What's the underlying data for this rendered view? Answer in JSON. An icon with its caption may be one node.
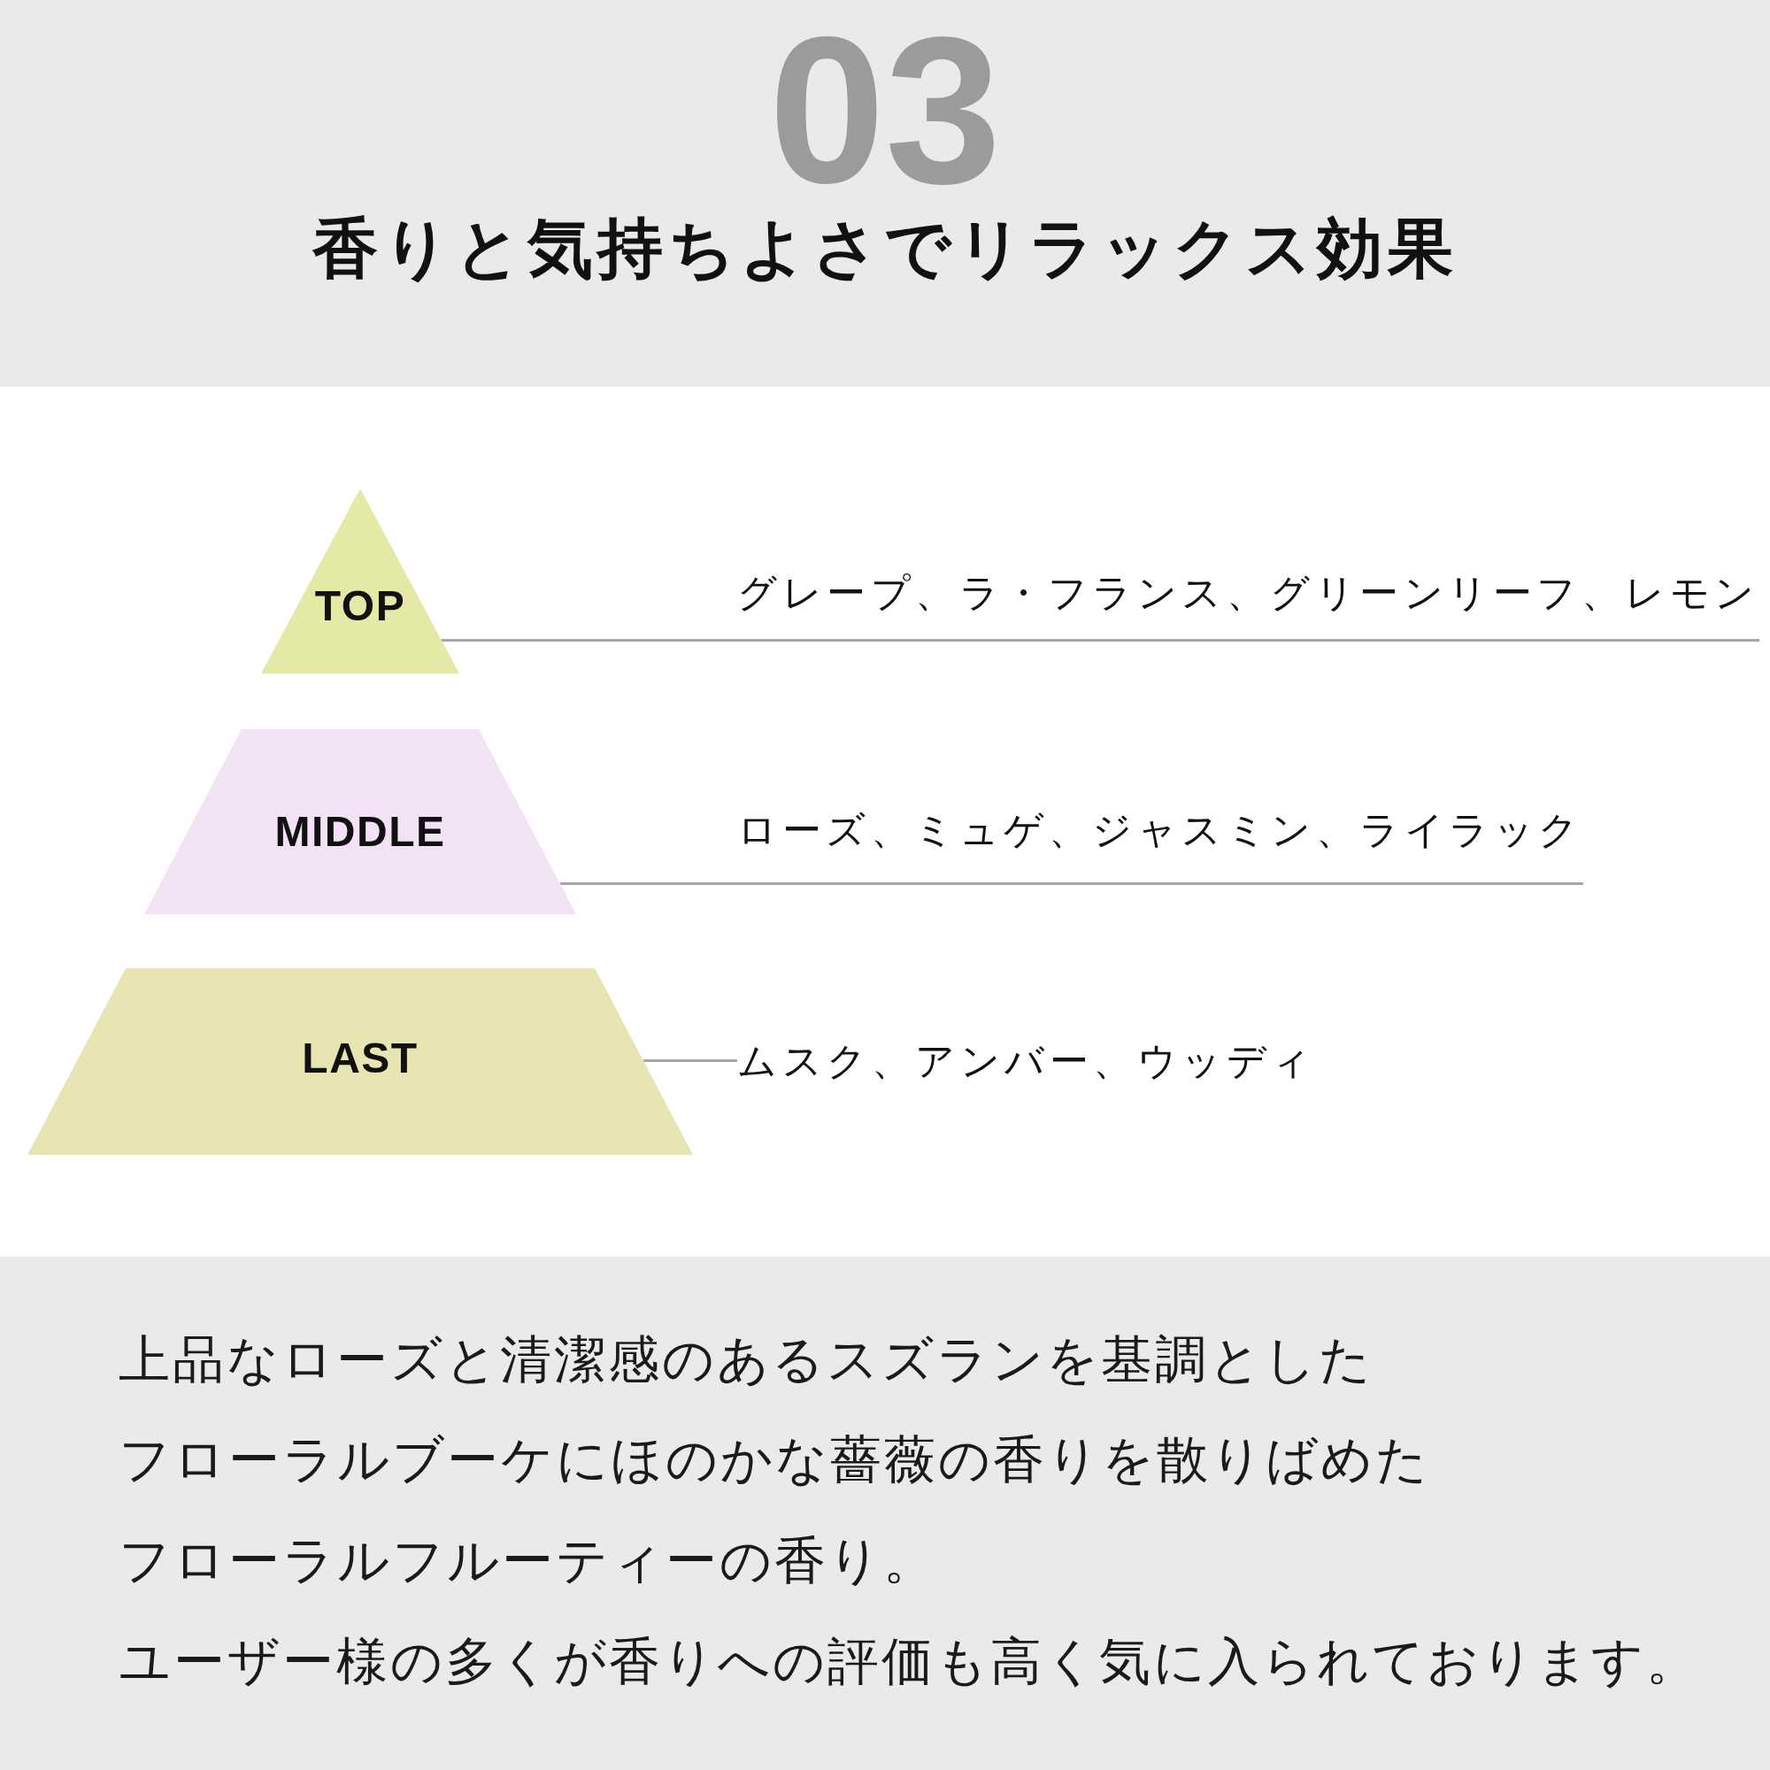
{
  "diagram": {
    "title": "香りと気持ちよさでリラックス効果",
    "nodes": [
      {
        "text": [
          "TOP"
        ]
      },
      {
        "text": [
          "グレープ、ラ・フランス、グリーンリーフ、レモン"
        ]
      },
      {
        "text": [
          "MIDDLE"
        ]
      },
      {
        "text": [
          "ローズ、ミュゲ、ジャスミン、ライラック"
        ]
      },
      {
        "text": [
          "LAST"
        ]
      },
      {
        "text": [
          "ムスク、アンバー、ウッディ"
        ]
      }
    ],
    "edges": [
      {
        "from": 0,
        "to": 1,
        "arrow": "none"
      },
      {
        "from": 2,
        "to": 3,
        "arrow": "none"
      },
      {
        "from": 4,
        "to": 5,
        "arrow": "none"
      }
    ],
    "labels": [
      "03",
      "上品なローズと清潔感のあるスズランを基調とした",
      "フローラルブーケにほのかな薔薇の香りを散りばめた",
      "フローラルフルーティーの香り。",
      "ユーザー様の多くが香りへの評価も高く気に入られております。"
    ]
  }
}
